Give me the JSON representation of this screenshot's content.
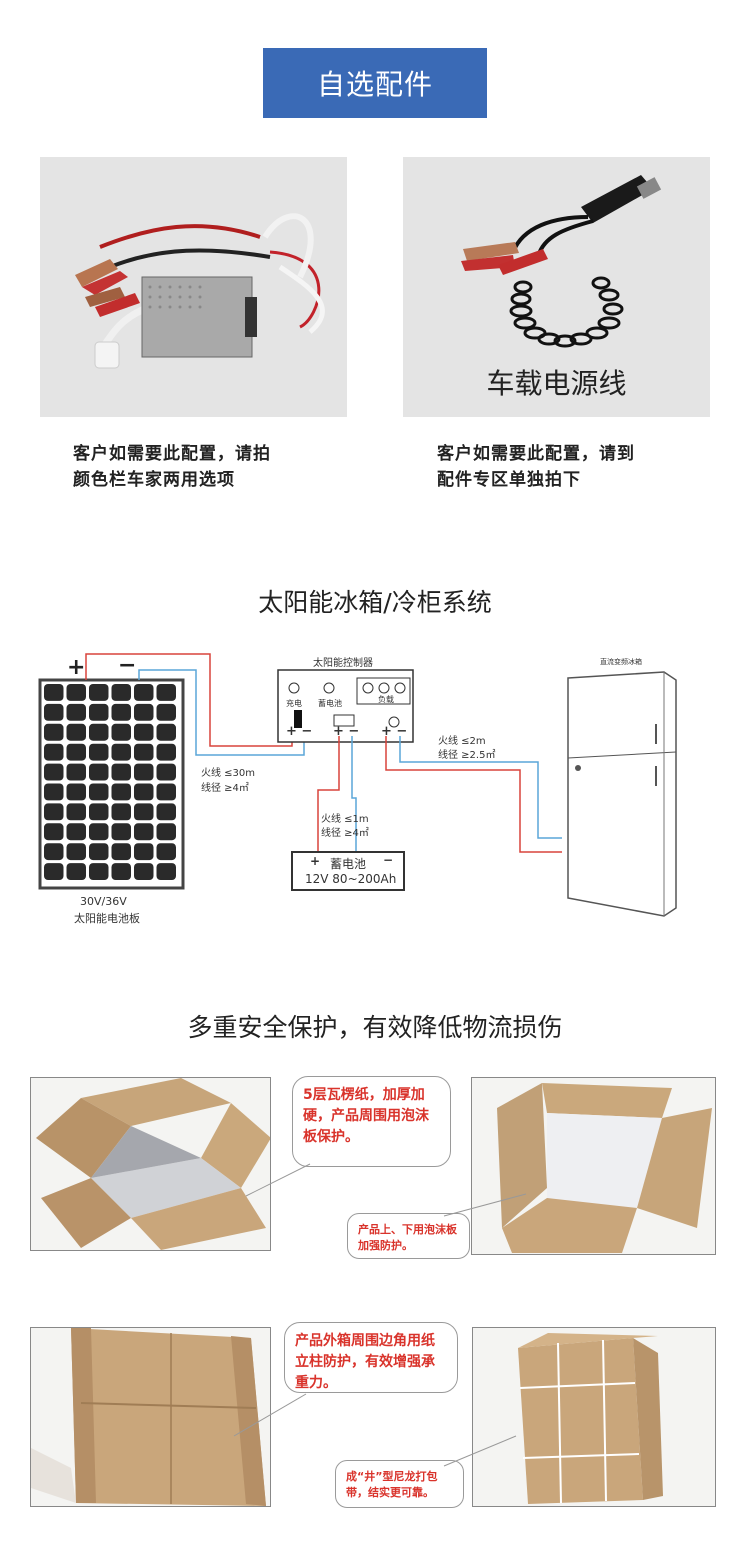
{
  "header": {
    "title": "自选配件"
  },
  "accessories": [
    {
      "caption_line1": "客户如需要此配置，请拍",
      "caption_line2": "颜色栏车家两用选项"
    },
    {
      "overlay": "车载电源线",
      "caption_line1": "客户如需要此配置，请到",
      "caption_line2": "配件专区单独拍下"
    }
  ],
  "system": {
    "title": "太阳能冰箱/冷柜系统",
    "controller_title": "太阳能控制器",
    "controller_labels": {
      "charge": "充电",
      "battery": "蓄电池",
      "load": "负载"
    },
    "panel_plus": "+",
    "panel_minus": "−",
    "panel_voltage": "30V/36V",
    "panel_name": "太阳能电池板",
    "wire_panel_1": "火线  ≤30m",
    "wire_panel_2": "线径  ≥4㎡",
    "wire_battery_1": "火线  ≤1m",
    "wire_battery_2": "线径  ≥4㎡",
    "wire_fridge_1": "火线  ≤2m",
    "wire_fridge_2": "线径  ≥2.5㎡",
    "battery_label": "蓄电池",
    "battery_spec": "12V 80~200Ah",
    "fridge_label": "直流变频冰箱"
  },
  "protection": {
    "title": "多重安全保护，有效降低物流损伤",
    "callout1": "5层瓦楞纸，加厚加硬，产品周围用泡沫板保护。",
    "callout2": "产品上、下用泡沫板加强防护。",
    "callout3": "产品外箱周围边角用纸立柱防护，有效增强承重力。",
    "callout4": "成“井”型尼龙打包带，结实更可靠。"
  },
  "colors": {
    "accent": "#3a6ab6",
    "callout_text": "#d9332b",
    "wire_red": "#d9433b",
    "wire_blue": "#5aa6d8"
  }
}
